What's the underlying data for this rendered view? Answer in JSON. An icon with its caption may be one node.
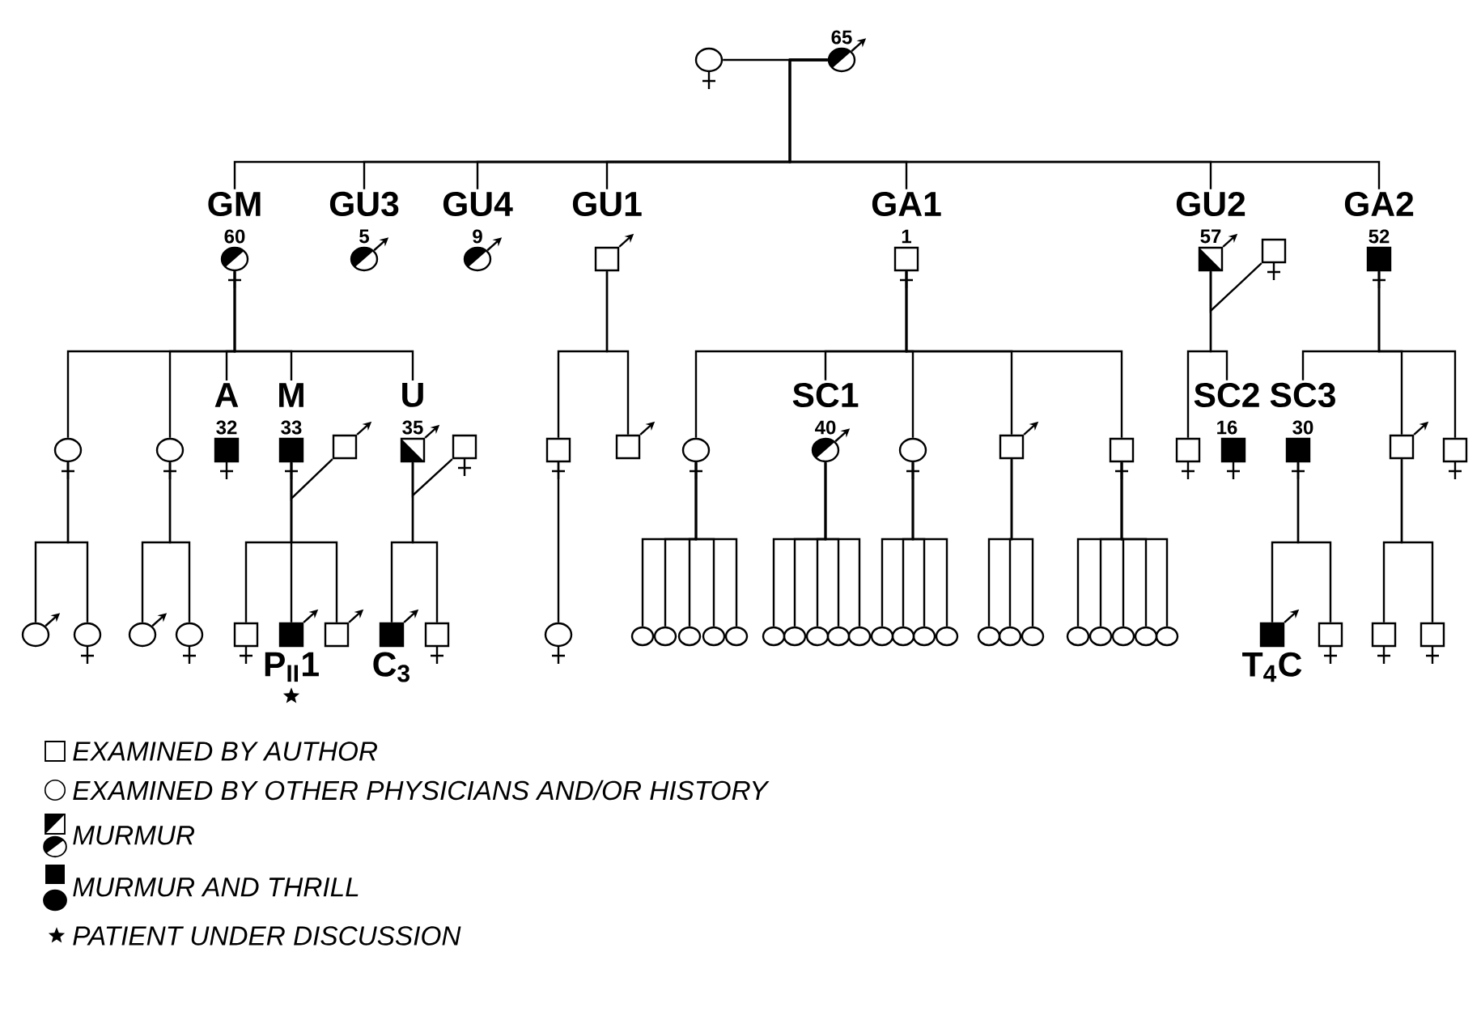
{
  "diagram": {
    "nodes": [
      {
        "text": [],
        "shape": "circle"
      },
      {
        "text": [
          "65"
        ]
      },
      {
        "text": [
          "GM",
          "60"
        ]
      },
      {
        "text": [
          "GU3",
          "5"
        ]
      },
      {
        "text": [
          "GU4",
          "9"
        ]
      },
      {
        "text": [
          "GU1"
        ]
      },
      {
        "text": [
          "GA1",
          "1"
        ]
      },
      {
        "text": [
          "GU2",
          "57"
        ]
      },
      {
        "text": [],
        "shape": "box"
      },
      {
        "text": [
          "GA2",
          "52"
        ]
      },
      {
        "text": [],
        "shape": "circle"
      },
      {
        "text": [],
        "shape": "circle"
      },
      {
        "text": [
          "A",
          "32"
        ]
      },
      {
        "text": [
          "M",
          "33"
        ]
      },
      {
        "text": [],
        "shape": "box"
      },
      {
        "text": [
          "U",
          "35"
        ]
      },
      {
        "text": [],
        "shape": "box"
      },
      {
        "text": [],
        "shape": "box"
      },
      {
        "text": [],
        "shape": "box"
      },
      {
        "text": [],
        "shape": "circle"
      },
      {
        "text": [
          "SC1",
          "40"
        ]
      },
      {
        "text": [],
        "shape": "circle"
      },
      {
        "text": [],
        "shape": "box"
      },
      {
        "text": [],
        "shape": "box"
      },
      {
        "text": [],
        "shape": "box"
      },
      {
        "text": [
          "SC2",
          "16"
        ]
      },
      {
        "text": [
          "SC3",
          "30"
        ]
      },
      {
        "text": [],
        "shape": "box"
      },
      {
        "text": [],
        "shape": "box"
      },
      {
        "text": [],
        "shape": "circle"
      },
      {
        "text": [],
        "shape": "circle"
      },
      {
        "text": [],
        "shape": "circle"
      },
      {
        "text": [],
        "shape": "circle"
      },
      {
        "text": [],
        "shape": "box"
      },
      {
        "text": [
          "P$_{II}$1"
        ]
      },
      {
        "text": [],
        "shape": "box"
      },
      {
        "text": [
          "C$_{3}$"
        ]
      },
      {
        "text": [],
        "shape": "box"
      },
      {
        "text": [],
        "shape": "circle"
      },
      {
        "text": [],
        "shape": "circle"
      },
      {
        "text": [],
        "shape": "circle"
      },
      {
        "text": [],
        "shape": "circle"
      },
      {
        "text": [],
        "shape": "circle"
      },
      {
        "text": [],
        "shape": "circle"
      },
      {
        "text": [],
        "shape": "circle"
      },
      {
        "text": [],
        "shape": "circle"
      },
      {
        "text": [],
        "shape": "circle"
      },
      {
        "text": [],
        "shape": "circle"
      },
      {
        "text": [],
        "shape": "circle"
      },
      {
        "text": [],
        "shape": "circle"
      },
      {
        "text": [],
        "shape": "circle"
      },
      {
        "text": [],
        "shape": "circle"
      },
      {
        "text": [],
        "shape": "circle"
      },
      {
        "text": [],
        "shape": "circle"
      },
      {
        "text": [],
        "shape": "circle"
      },
      {
        "text": [],
        "shape": "circle"
      },
      {
        "text": [],
        "shape": "circle"
      },
      {
        "text": [],
        "shape": "circle"
      },
      {
        "text": [],
        "shape": "circle"
      },
      {
        "text": [],
        "shape": "circle"
      },
      {
        "text": [],
        "shape": "circle"
      },
      {
        "text": [
          "T$_{4}$C"
        ]
      },
      {
        "text": [],
        "shape": "box"
      },
      {
        "text": [],
        "shape": "box"
      },
      {
        "text": [],
        "shape": "box"
      }
    ],
    "edges": [
      {
        "from": 0,
        "to": 1,
        "arrow": "none"
      },
      {
        "from": 1,
        "to": 2,
        "arrow": "none"
      },
      {
        "from": 1,
        "to": 3,
        "arrow": "none"
      },
      {
        "from": 1,
        "to": 4,
        "arrow": "none"
      },
      {
        "from": 1,
        "to": 5,
        "arrow": "none"
      },
      {
        "from": 1,
        "to": 6,
        "arrow": "none"
      },
      {
        "from": 1,
        "to": 7,
        "arrow": "none"
      },
      {
        "from": 1,
        "to": 9,
        "arrow": "none"
      },
      {
        "from": 7,
        "to": 8,
        "arrow": "none"
      },
      {
        "from": 2,
        "to": 10,
        "arrow": "none"
      },
      {
        "from": 2,
        "to": 11,
        "arrow": "none"
      },
      {
        "from": 2,
        "to": 12,
        "arrow": "none"
      },
      {
        "from": 2,
        "to": 13,
        "arrow": "none"
      },
      {
        "from": 2,
        "to": 15,
        "arrow": "none"
      },
      {
        "from": 5,
        "to": 17,
        "arrow": "none"
      },
      {
        "from": 5,
        "to": 18,
        "arrow": "none"
      },
      {
        "from": 6,
        "to": 19,
        "arrow": "none"
      },
      {
        "from": 6,
        "to": 20,
        "arrow": "none"
      },
      {
        "from": 6,
        "to": 21,
        "arrow": "none"
      },
      {
        "from": 6,
        "to": 22,
        "arrow": "none"
      },
      {
        "from": 6,
        "to": 23,
        "arrow": "none"
      },
      {
        "from": 7,
        "to": 24,
        "arrow": "none"
      },
      {
        "from": 7,
        "to": 25,
        "arrow": "none"
      },
      {
        "from": 9,
        "to": 26,
        "arrow": "none"
      },
      {
        "from": 9,
        "to": 27,
        "arrow": "none"
      },
      {
        "from": 9,
        "to": 28,
        "arrow": "none"
      },
      {
        "from": 13,
        "to": 14,
        "arrow": "none"
      },
      {
        "from": 15,
        "to": 16,
        "arrow": "none"
      },
      {
        "from": 10,
        "to": 29,
        "arrow": "none"
      },
      {
        "from": 10,
        "to": 30,
        "arrow": "none"
      },
      {
        "from": 11,
        "to": 31,
        "arrow": "none"
      },
      {
        "from": 11,
        "to": 32,
        "arrow": "none"
      },
      {
        "from": 13,
        "to": 33,
        "arrow": "none"
      },
      {
        "from": 13,
        "to": 34,
        "arrow": "none"
      },
      {
        "from": 13,
        "to": 35,
        "arrow": "none"
      },
      {
        "from": 15,
        "to": 36,
        "arrow": "none"
      },
      {
        "from": 15,
        "to": 37,
        "arrow": "none"
      },
      {
        "from": 17,
        "to": 38,
        "arrow": "none"
      },
      {
        "from": 19,
        "to": 39,
        "arrow": "none"
      },
      {
        "from": 19,
        "to": 40,
        "arrow": "none"
      },
      {
        "from": 19,
        "to": 41,
        "arrow": "none"
      },
      {
        "from": 19,
        "to": 42,
        "arrow": "none"
      },
      {
        "from": 19,
        "to": 43,
        "arrow": "none"
      },
      {
        "from": 20,
        "to": 44,
        "arrow": "none"
      },
      {
        "from": 20,
        "to": 45,
        "arrow": "none"
      },
      {
        "from": 20,
        "to": 46,
        "arrow": "none"
      },
      {
        "from": 20,
        "to": 47,
        "arrow": "none"
      },
      {
        "from": 20,
        "to": 48,
        "arrow": "none"
      },
      {
        "from": 21,
        "to": 49,
        "arrow": "none"
      },
      {
        "from": 21,
        "to": 50,
        "arrow": "none"
      },
      {
        "from": 21,
        "to": 51,
        "arrow": "none"
      },
      {
        "from": 21,
        "to": 52,
        "arrow": "none"
      },
      {
        "from": 22,
        "to": 53,
        "arrow": "none"
      },
      {
        "from": 22,
        "to": 54,
        "arrow": "none"
      },
      {
        "from": 22,
        "to": 55,
        "arrow": "none"
      },
      {
        "from": 23,
        "to": 56,
        "arrow": "none"
      },
      {
        "from": 23,
        "to": 57,
        "arrow": "none"
      },
      {
        "from": 23,
        "to": 58,
        "arrow": "none"
      },
      {
        "from": 23,
        "to": 59,
        "arrow": "none"
      },
      {
        "from": 23,
        "to": 60,
        "arrow": "none"
      },
      {
        "from": 26,
        "to": 61,
        "arrow": "none"
      },
      {
        "from": 26,
        "to": 62,
        "arrow": "none"
      },
      {
        "from": 27,
        "to": 63,
        "arrow": "none"
      },
      {
        "from": 27,
        "to": 64,
        "arrow": "none"
      }
    ],
    "legend": [
      {
        "text": "EXAMINED BY AUTHOR"
      },
      {
        "text": "EXAMINED BY OTHER PHYSICIANS AND/OR HISTORY"
      },
      {
        "text": "MURMUR"
      },
      {
        "text": "MURMUR AND THRILL"
      },
      {
        "text": "PATIENT UNDER DISCUSSION"
      }
    ]
  }
}
